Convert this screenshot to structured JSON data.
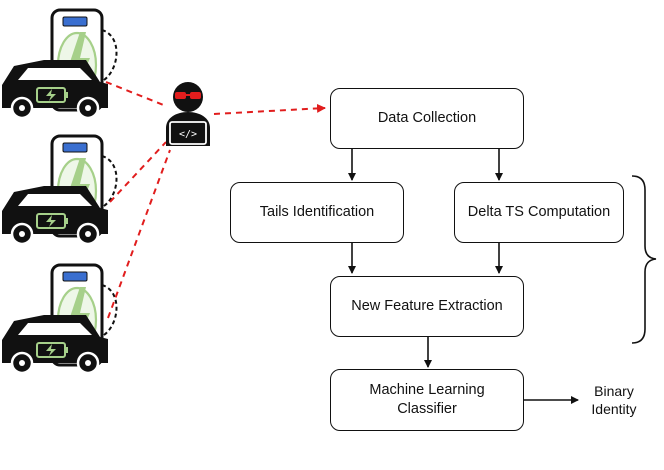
{
  "pipeline": {
    "data_collection": "Data Collection",
    "tails_identification": "Tails Identification",
    "delta_ts_computation": "Delta TS Computation",
    "new_feature_extraction": "New Feature Extraction",
    "ml_classifier_line1": "Machine Learning",
    "ml_classifier_line2": "Classifier"
  },
  "output": {
    "line1": "Binary",
    "line2": "Identity"
  },
  "colors": {
    "attack_line": "#e11d1d",
    "box_border": "#111111",
    "charger_bolt": "#a6d08a",
    "charger_screen": "#3a6fd0",
    "attacker_glasses": "#e11d1d"
  },
  "icons": {
    "charging_station": "ev-charging-station-icon",
    "car": "car-icon",
    "attacker": "hacker-icon"
  }
}
